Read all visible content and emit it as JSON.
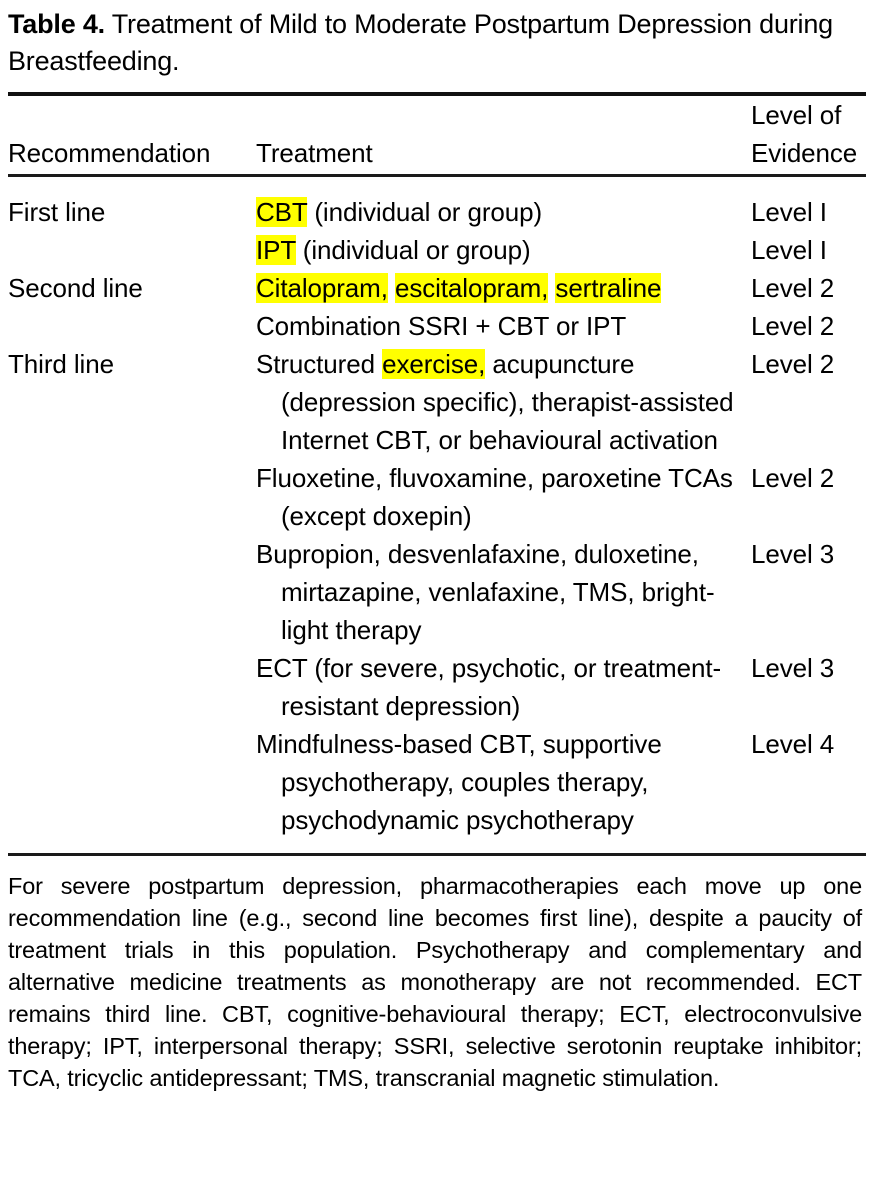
{
  "title": {
    "number": "Table 4.",
    "text": " Treatment of Mild to Moderate Postpartum Depression during Breastfeeding."
  },
  "header": {
    "recommendation": "Recommendation",
    "treatment": "Treatment",
    "level_line1": "Level of",
    "level_line2": "Evidence"
  },
  "colors": {
    "highlight": "#ffff00",
    "rule": "#111111",
    "text": "#000000"
  },
  "rows": [
    {
      "recommendation": "First line",
      "treatment_pre": "",
      "treatment_highlight": "CBT",
      "treatment_post": " (individual or group)",
      "level": "Level I"
    },
    {
      "recommendation": "",
      "treatment_pre": "",
      "treatment_highlight": "IPT",
      "treatment_post": " (individual or group)",
      "level": "Level I"
    },
    {
      "recommendation": "Second line",
      "treatment_pre": "",
      "treatment_highlight": "Citalopram,",
      "treatment_mid": " ",
      "treatment_highlight2": "escitalopram,",
      "treatment_mid2": " ",
      "treatment_highlight3": "sertraline",
      "treatment_post": "",
      "level": "Level 2"
    },
    {
      "recommendation": "",
      "treatment_plain": "Combination SSRI + CBT or IPT",
      "level": "Level 2"
    },
    {
      "recommendation": "Third line",
      "treatment_pre": "Structured ",
      "treatment_highlight": "exercise,",
      "treatment_post": " acupuncture (depression specific), therapist-assisted Internet CBT, or behavioural activation",
      "level": "Level 2"
    },
    {
      "recommendation": "",
      "treatment_plain": "Fluoxetine, fluvoxamine, paroxetine TCAs (except doxepin)",
      "level": "Level 2"
    },
    {
      "recommendation": "",
      "treatment_plain": "Bupropion, desvenlafaxine, duloxetine, mirtazapine, venlafaxine, TMS, bright-light therapy",
      "level": "Level 3"
    },
    {
      "recommendation": "",
      "treatment_plain": "ECT (for severe, psychotic, or treatment-resistant depression)",
      "level": "Level 3"
    },
    {
      "recommendation": "",
      "treatment_plain": "Mindfulness-based CBT, supportive psychotherapy, couples therapy, psychodynamic psychotherapy",
      "level": "Level 4"
    }
  ],
  "footnote": "For severe postpartum depression, pharmacotherapies each move up one recommendation line (e.g., second line becomes first line), despite a paucity of treatment trials in this population. Psychotherapy and complementary and alternative medicine treatments as monotherapy are not recommended. ECT remains third line. CBT, cognitive-behavioural therapy; ECT, electroconvulsive therapy; IPT, interpersonal therapy; SSRI, selective serotonin reuptake inhibitor; TCA, tricyclic antidepressant; TMS, transcranial magnetic stimulation."
}
